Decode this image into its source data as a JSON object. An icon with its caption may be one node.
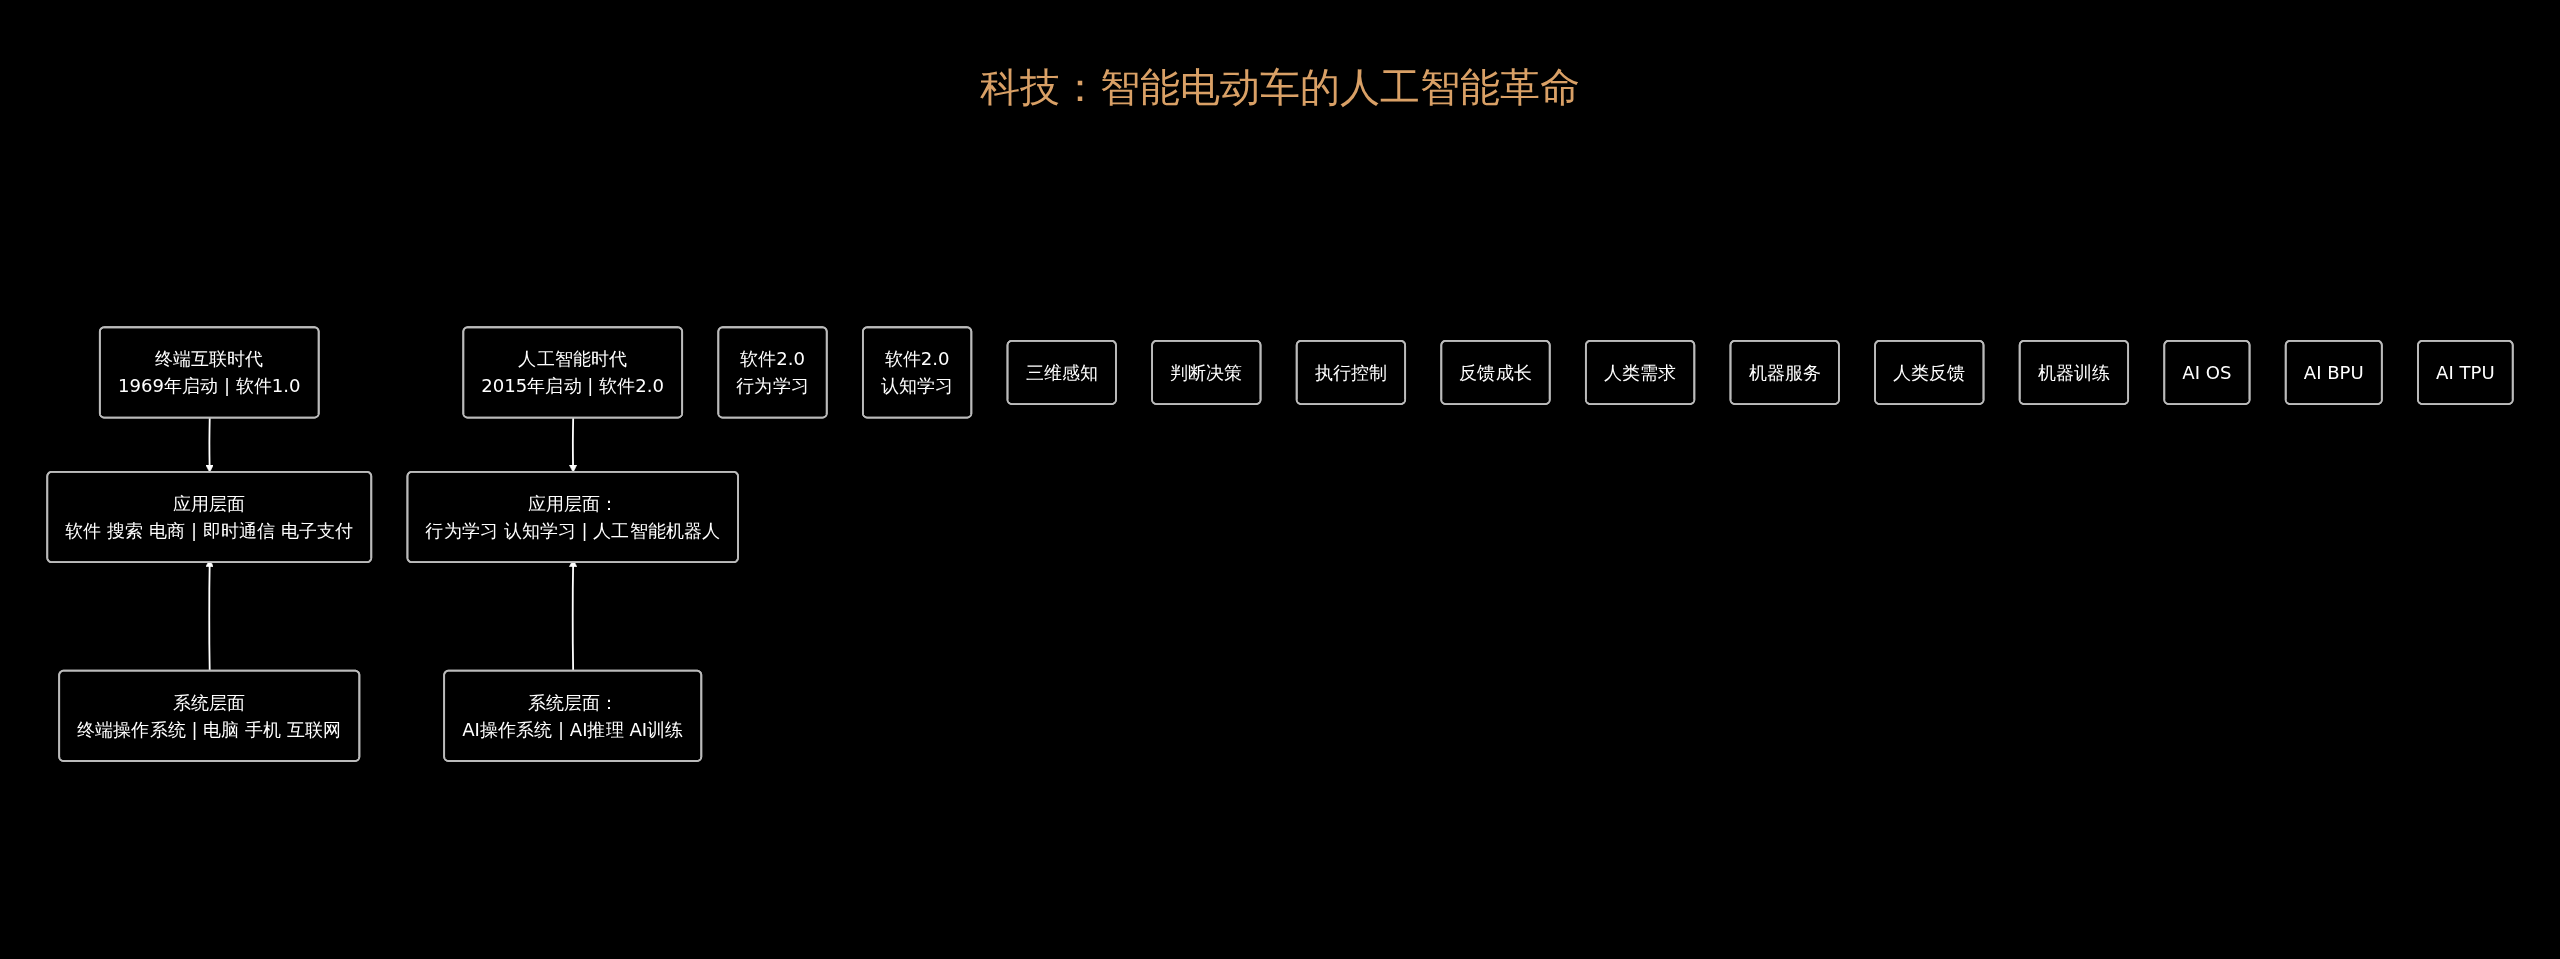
{
  "diagram": {
    "title": "科技：智能电动车的人工智能革命",
    "nodes": [
      {
        "text": [
          "终端互联时代",
          "1969年启动 | 软件1.0"
        ]
      },
      {
        "text": [
          "应用层面",
          "软件 搜索 电商 | 即时通信 电子支付"
        ]
      },
      {
        "text": [
          "系统层面",
          "终端操作系统 | 电脑 手机 互联网"
        ]
      },
      {
        "text": [
          "人工智能时代",
          "2015年启动 | 软件2.0"
        ]
      },
      {
        "text": [
          "应用层面：",
          "行为学习 认知学习 | 人工智能机器人"
        ]
      },
      {
        "text": [
          "系统层面：",
          "AI操作系统 | AI推理 AI训练"
        ]
      },
      {
        "text": [
          "软件2.0",
          "行为学习"
        ]
      },
      {
        "text": [
          "软件2.0",
          "认知学习"
        ]
      },
      {
        "text": [
          "三维感知"
        ]
      },
      {
        "text": [
          "判断决策"
        ]
      },
      {
        "text": [
          "执行控制"
        ]
      },
      {
        "text": [
          "反馈成长"
        ]
      },
      {
        "text": [
          "人类需求"
        ]
      },
      {
        "text": [
          "机器服务"
        ]
      },
      {
        "text": [
          "人类反馈"
        ]
      },
      {
        "text": [
          "机器训练"
        ]
      },
      {
        "text": [
          "AI OS"
        ]
      },
      {
        "text": [
          "AI BPU"
        ]
      },
      {
        "text": [
          "AI TPU"
        ]
      }
    ],
    "edges": [
      {
        "from": 0,
        "to": 1,
        "arrow": "to"
      },
      {
        "from": 2,
        "to": 1,
        "arrow": "to"
      },
      {
        "from": 3,
        "to": 4,
        "arrow": "to"
      },
      {
        "from": 5,
        "to": 4,
        "arrow": "to"
      }
    ]
  }
}
